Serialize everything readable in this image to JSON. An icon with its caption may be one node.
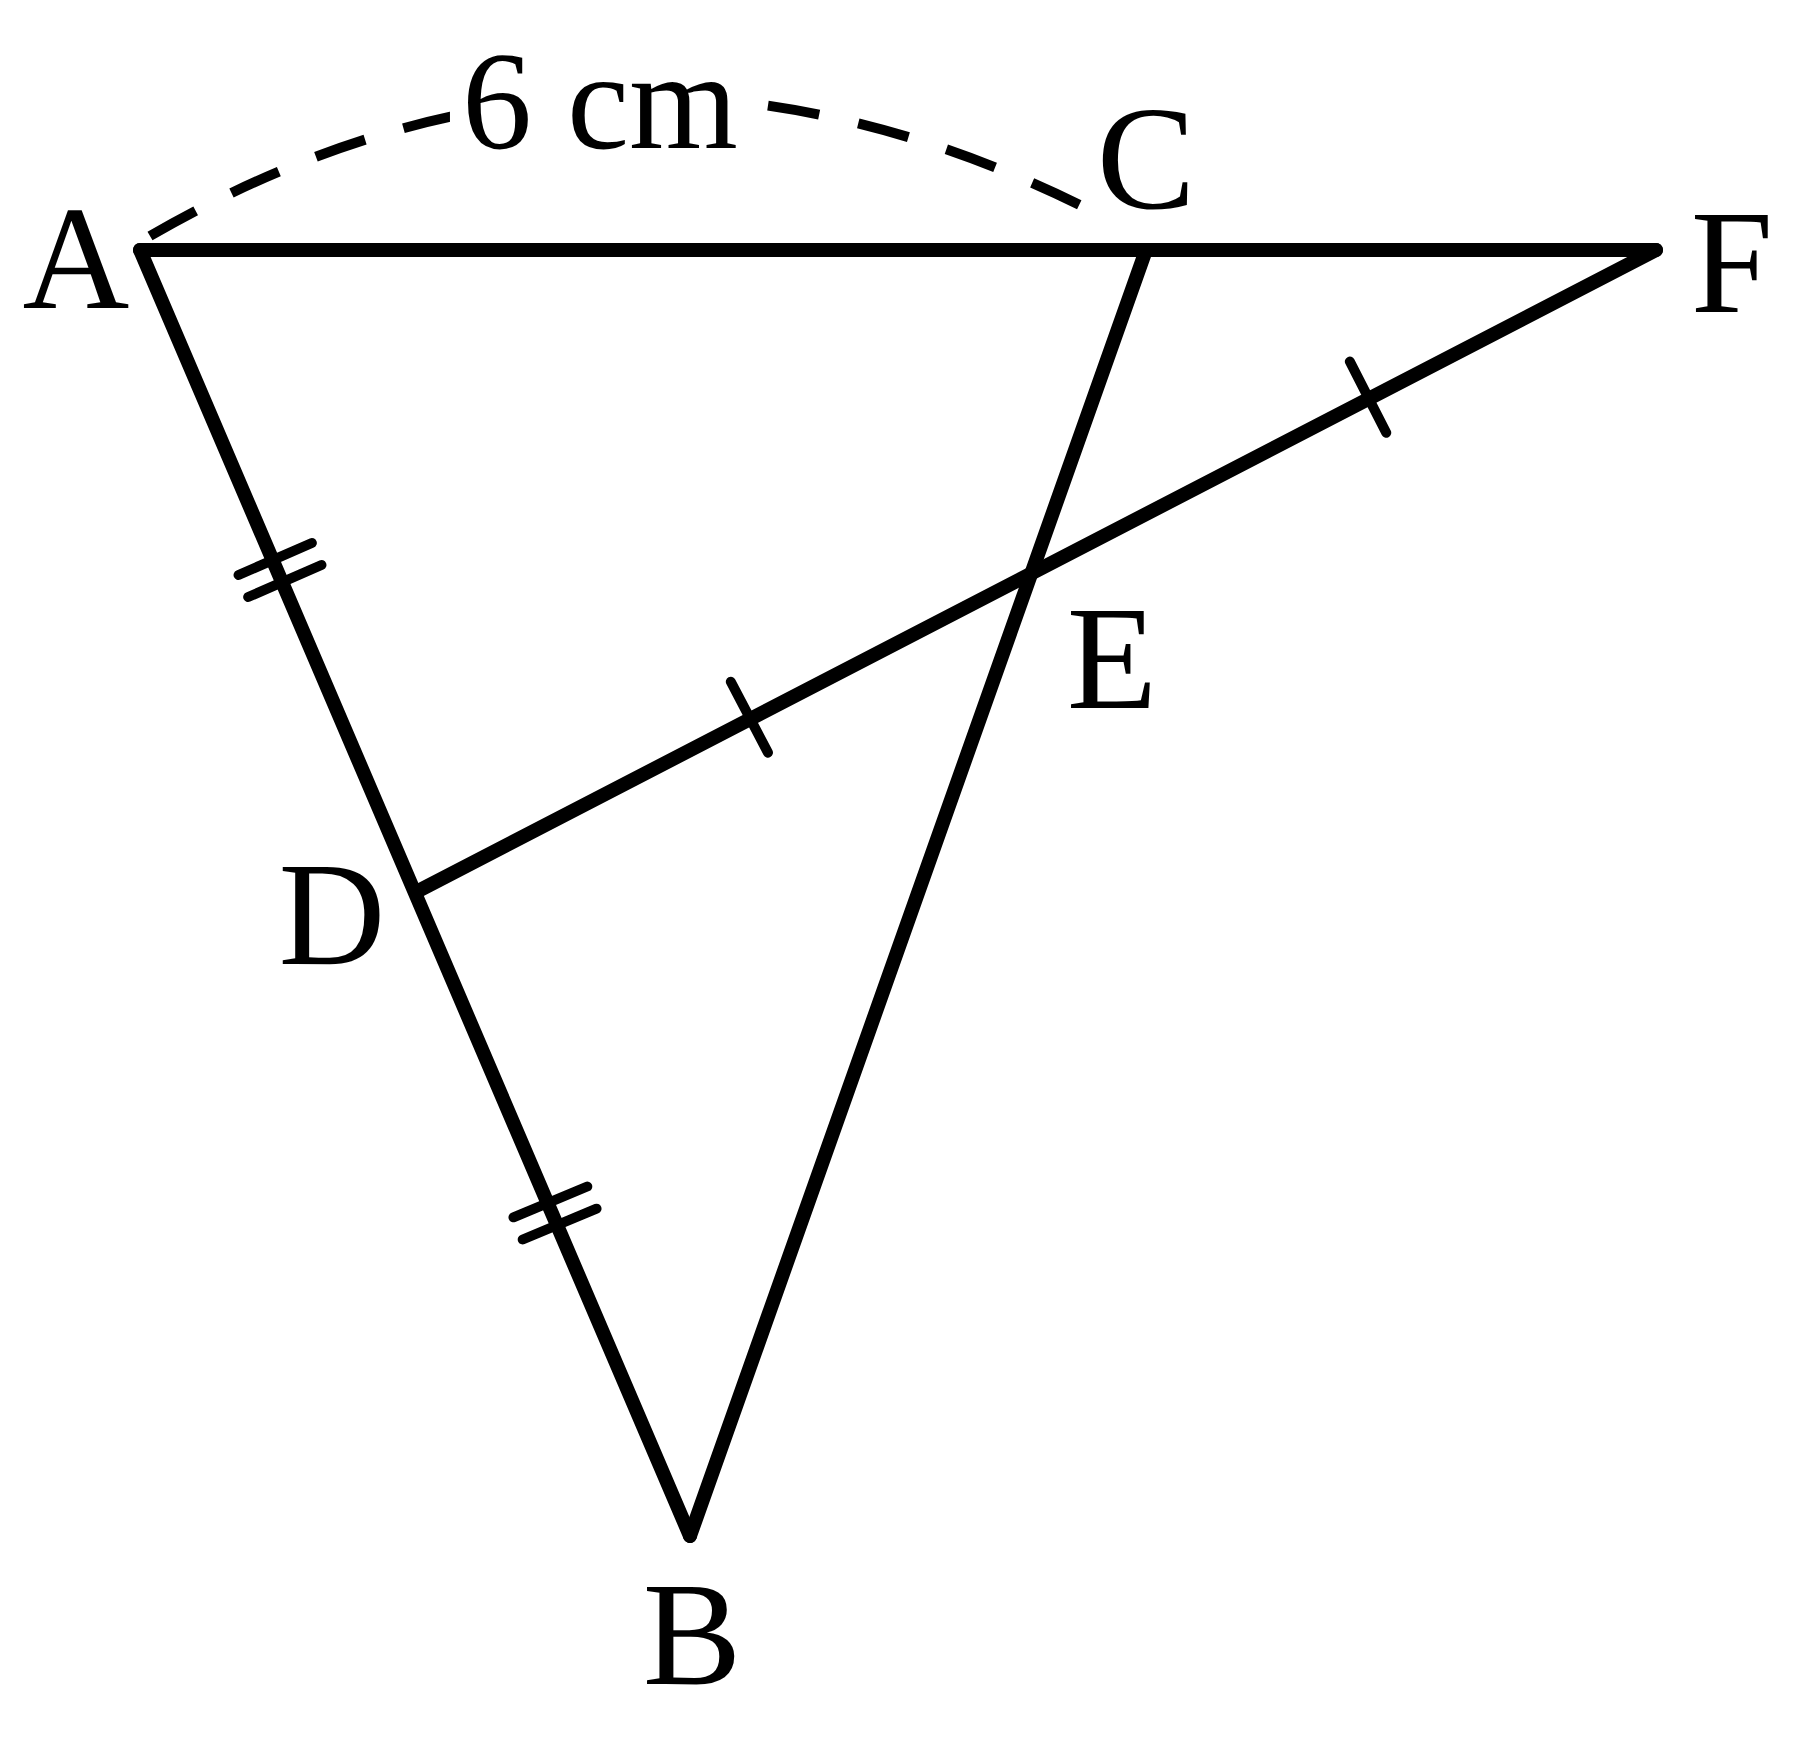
{
  "diagram": {
    "labels": [
      "6 cm",
      "C",
      "A",
      "F",
      "E",
      "D",
      "B"
    ]
  }
}
